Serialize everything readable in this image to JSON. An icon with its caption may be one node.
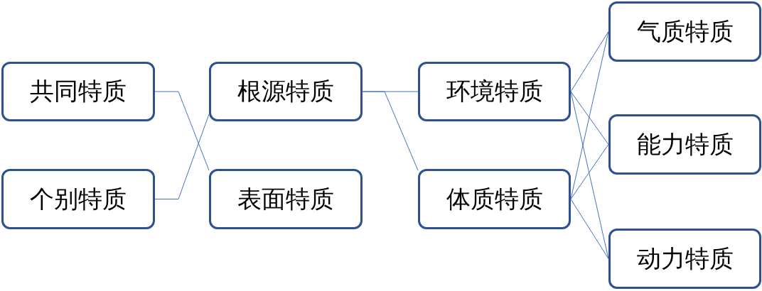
{
  "diagram": {
    "nodes": [
      {
        "text": [
          "共同特质"
        ]
      },
      {
        "text": [
          "个别特质"
        ]
      },
      {
        "text": [
          "根源特质"
        ]
      },
      {
        "text": [
          "表面特质"
        ]
      },
      {
        "text": [
          "环境特质"
        ]
      },
      {
        "text": [
          "体质特质"
        ]
      },
      {
        "text": [
          "气质特质"
        ]
      },
      {
        "text": [
          "能力特质"
        ]
      },
      {
        "text": [
          "动力特质"
        ]
      }
    ],
    "edges": [
      {
        "from": 0,
        "to": 3,
        "arrow": "none"
      },
      {
        "from": 1,
        "to": 2,
        "arrow": "none"
      },
      {
        "from": 2,
        "to": 4,
        "arrow": "none"
      },
      {
        "from": 2,
        "to": 5,
        "arrow": "none"
      },
      {
        "from": 4,
        "to": 6,
        "arrow": "none"
      },
      {
        "from": 4,
        "to": 7,
        "arrow": "none"
      },
      {
        "from": 4,
        "to": 8,
        "arrow": "none"
      },
      {
        "from": 5,
        "to": 6,
        "arrow": "none"
      },
      {
        "from": 5,
        "to": 7,
        "arrow": "none"
      },
      {
        "from": 5,
        "to": 8,
        "arrow": "none"
      }
    ]
  }
}
